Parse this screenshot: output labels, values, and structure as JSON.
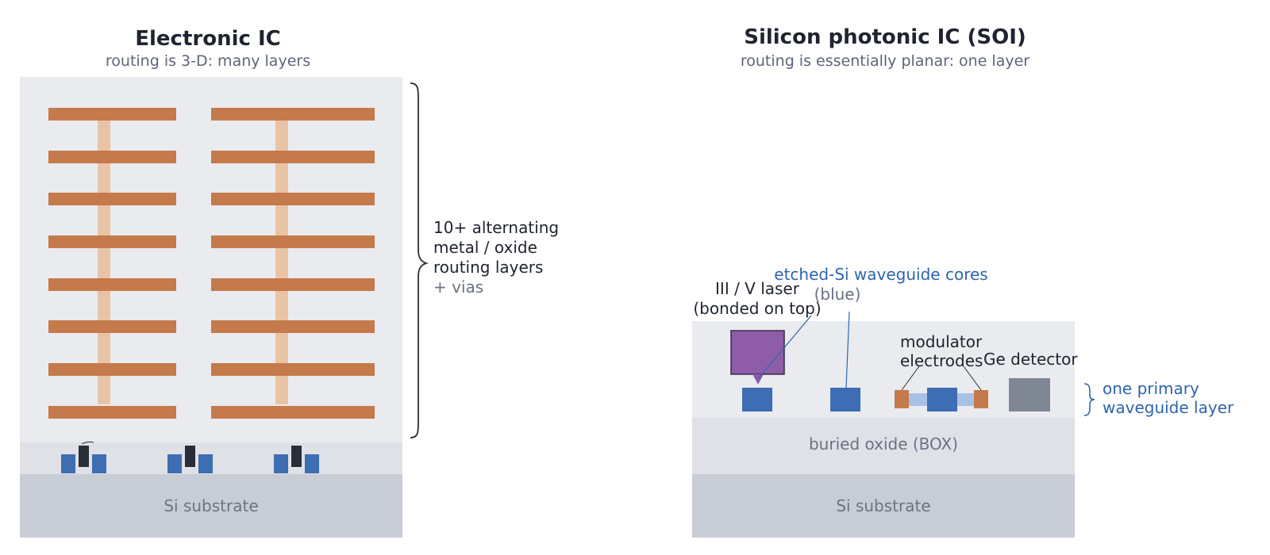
{
  "left": {
    "title": "Electronic IC",
    "subtitle": "routing is 3-D: many layers",
    "substrate_label": "Si substrate",
    "brace_label": {
      "line1": "10+ alternating",
      "line2": "metal / oxide",
      "line3": "routing layers",
      "line4": "+ vias"
    }
  },
  "right": {
    "title": "Silicon photonic IC (SOI)",
    "subtitle": "routing is essentially planar: one layer",
    "box_label": "buried oxide (BOX)",
    "substrate_label": "Si substrate",
    "waveguide_label": {
      "line1": "etched-Si waveguide cores",
      "line2": "(blue)"
    },
    "laser_label": {
      "line1": "III / V laser",
      "line2": "(bonded on top)"
    },
    "modulator_label": {
      "line1": "modulator",
      "line2": "electrodes"
    },
    "detector_label": "Ge detector",
    "layer_label": {
      "line1": "one primary",
      "line2": "waveguide layer"
    }
  },
  "colors": {
    "metal": "#c47a4a",
    "via": "#eac3a6",
    "waveguide": "#3d6db3",
    "waveguide_light": "#a7c1e6",
    "laser": "#8e5ca8",
    "detector": "#7f8694",
    "oxide": "#eaebef",
    "box": "#dfe1e7",
    "substrate": "#c8ccd5",
    "gate": "#2a2e38"
  }
}
